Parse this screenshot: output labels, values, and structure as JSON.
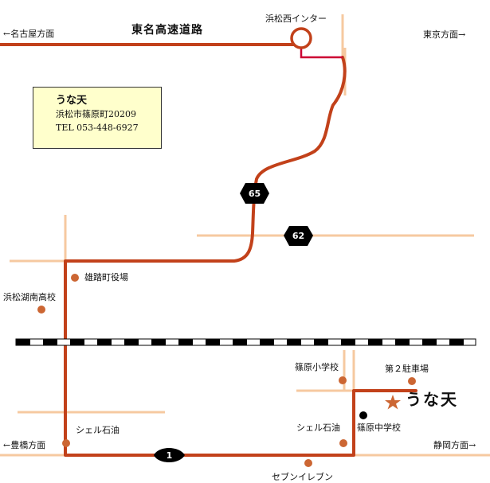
{
  "directions": {
    "nagoya": "←名古屋方面",
    "tokyo": "東京方面→",
    "toyohashi": "←豊橋方面",
    "shizuoka": "静岡方面→"
  },
  "roads": {
    "expressway": "東名高速道路",
    "interchange": "浜松西インター",
    "route65": "65",
    "route62": "62",
    "route1": "1"
  },
  "landmarks": {
    "town_hall": "雄踏町役場",
    "high_school": "浜松湖南高校",
    "elementary": "篠原小学校",
    "parking": "第２駐車場",
    "shell_west": "シェル石油",
    "shell_east": "シェル石油",
    "middle_school": "篠原中学校",
    "seven_eleven": "セブンイレブン"
  },
  "shop": {
    "map_label": "うな天",
    "info_name": "うな天",
    "info_address": "浜松市篠原町20209",
    "info_tel": "TEL  053-448-6927"
  },
  "colors": {
    "route": "#c2411a",
    "minor_road": "#f6c9a0",
    "background": "#ffffff",
    "infobox_bg": "#ffffcc",
    "marker": "#cc6633",
    "connector": "#cc0033"
  }
}
